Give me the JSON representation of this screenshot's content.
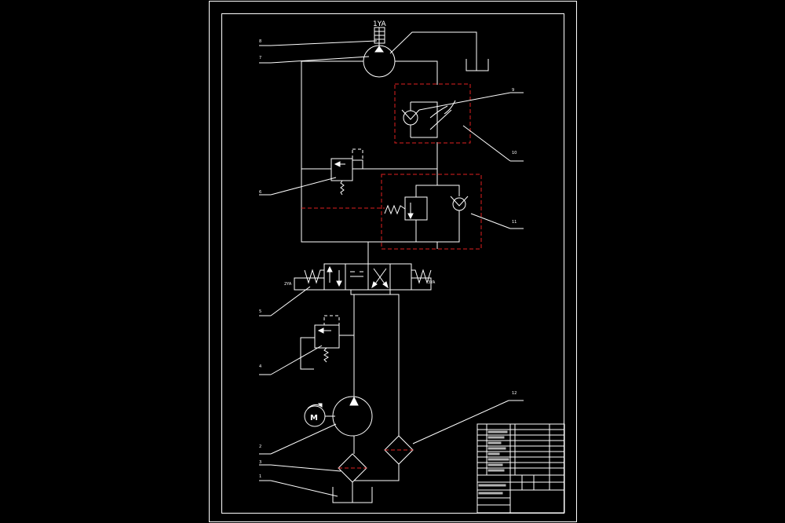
{
  "labels": {
    "solenoid_top": "1YA",
    "solenoid_left": "2YA",
    "solenoid_right": "3YA",
    "motor": "M"
  },
  "callouts": {
    "c8": "8",
    "c7": "7",
    "c9": "9",
    "c10": "10",
    "c6": "6",
    "c11": "11",
    "c5": "5",
    "c4": "4",
    "c12": "12",
    "c2": "2",
    "c3": "3",
    "c1": "1"
  },
  "colors": {
    "background": "#000000",
    "line": "#ffffff",
    "highlight": "#e02020"
  }
}
